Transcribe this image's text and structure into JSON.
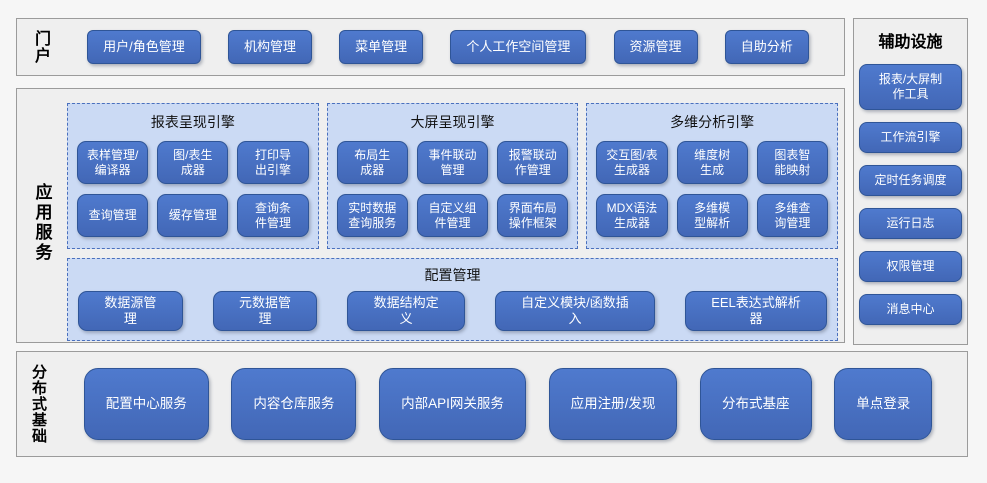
{
  "colors": {
    "button_blue": "#4472c4",
    "button_border": "#2f5597",
    "panel_fill": "#cbdaf4",
    "panel_border": "#4a70bd",
    "section_fill": "#efefef",
    "section_border": "#9b9b9b"
  },
  "portal": {
    "label": "门户",
    "items": [
      "用户/角色管理",
      "机构管理",
      "菜单管理",
      "个人工作空间管理",
      "资源管理",
      "自助分析"
    ]
  },
  "app": {
    "label": "应用服务",
    "engines": [
      {
        "title": "报表呈现引擎",
        "items": [
          "表样管理/\n编译器",
          "图/表生\n成器",
          "打印导\n出引擎",
          "查询管理",
          "缓存管理",
          "查询条\n件管理"
        ]
      },
      {
        "title": "大屏呈现引擎",
        "items": [
          "布局生\n成器",
          "事件联动\n管理",
          "报警联动\n作管理",
          "实时数据\n查询服务",
          "自定义组\n件管理",
          "界面布局\n操作框架"
        ]
      },
      {
        "title": "多维分析引擎",
        "items": [
          "交互图/表\n生成器",
          "维度树\n生成",
          "图表智\n能映射",
          "MDX语法\n生成器",
          "多维模\n型解析",
          "多维查\n询管理"
        ]
      }
    ],
    "config": {
      "title": "配置管理",
      "items": [
        "数据源管理",
        "元数据管理",
        "数据结构定义",
        "自定义模块/函数插入",
        "EEL表达式解析器"
      ]
    }
  },
  "distributed": {
    "label": "分布式基础",
    "items": [
      "配置中心服务",
      "内容仓库服务",
      "内部API网关服务",
      "应用注册/发现",
      "分布式基座",
      "单点登录"
    ]
  },
  "auxiliary": {
    "title": "辅助设施",
    "items": [
      "报表/大屏制\n作工具",
      "工作流引擎",
      "定时任务调度",
      "运行日志",
      "权限管理",
      "消息中心"
    ]
  }
}
